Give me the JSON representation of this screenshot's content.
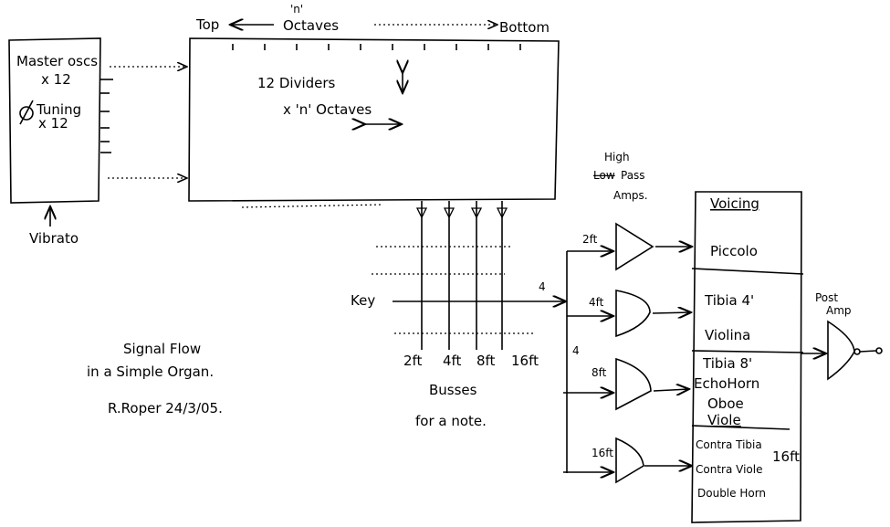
{
  "title": {
    "line1": "Signal Flow",
    "line2": "in a Simple Organ.",
    "author": "R.Roper  24/3/05."
  },
  "oscillators": {
    "line1": "Master oscs",
    "line2": "x 12",
    "line3": "Tuning",
    "line4": "x 12",
    "vibrato": "Vibrato"
  },
  "dividers": {
    "top": "Top",
    "octaves_n": "'n'",
    "octaves": "Octaves",
    "bottom": "Bottom",
    "line1": "12 Dividers",
    "line2": "x 'n' Octaves"
  },
  "busses": {
    "key": "Key",
    "labels": [
      "2ft",
      "4ft",
      "8ft",
      "16ft"
    ],
    "caption1": "Busses",
    "caption2": "for a note.",
    "count_mark": "4"
  },
  "amps": {
    "high": "High",
    "low_struck": "Low",
    "pass": "Pass",
    "amps": "Amps.",
    "labels": [
      "2ft",
      "4ft",
      "8ft",
      "16ft"
    ],
    "count_mark": "4"
  },
  "voicing": {
    "title": "Voicing",
    "sections": [
      [
        "Piccolo"
      ],
      [
        "Tibia 4'",
        "Violina"
      ],
      [
        "Tibia 8'",
        "EchoHorn",
        "Oboe",
        "Viole"
      ],
      [
        "Contra Tibia",
        "Contra Viole",
        "Double Horn"
      ]
    ],
    "sixteen_ft": "16ft"
  },
  "post_amp": {
    "line1": "Post",
    "line2": "Amp"
  }
}
